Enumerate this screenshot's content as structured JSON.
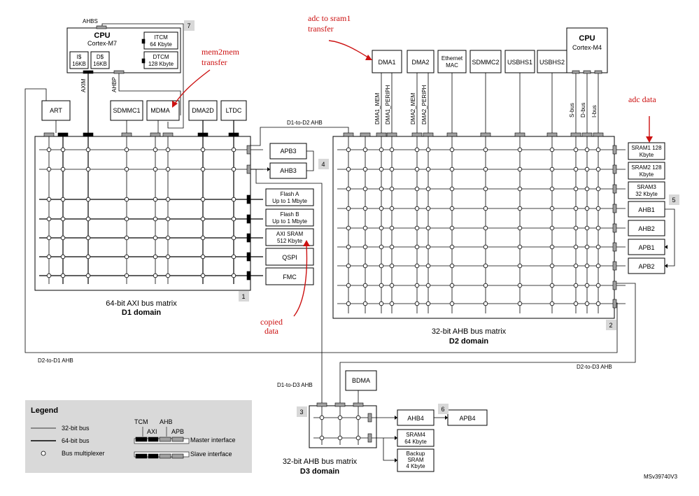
{
  "cpu_m7": {
    "title": "CPU",
    "subtitle": "Cortex-M7",
    "icache": "I$",
    "icache_size": "16KB",
    "dcache": "D$",
    "dcache_size": "16KB",
    "ahbs": "AHBS",
    "axim": "AXIM",
    "ahbp": "AHBP",
    "itcm_1": "ITCM",
    "itcm_2": "64 Kbyte",
    "dtcm_1": "DTCM",
    "dtcm_2": "128 Kbyte",
    "number": "7"
  },
  "cpu_m4": {
    "title": "CPU",
    "subtitle": "Cortex-M4",
    "sbus": "S-bus",
    "dbus": "D-bus",
    "ibus": "I-bus"
  },
  "d1": {
    "masters": [
      "ART",
      "SDMMC1",
      "MDMA",
      "DMA2D",
      "LTDC"
    ],
    "apb3": "APB3",
    "ahb3": "AHB3",
    "flash_a_1": "Flash A",
    "flash_a_2": "Up to 1 Mbyte",
    "flash_b_1": "Flash B",
    "flash_b_2": "Up to 1 Mbyte",
    "axi_sram_1": "AXI SRAM",
    "axi_sram_2": "512 Kbyte",
    "qspi": "QSPI",
    "fmc": "FMC",
    "matrix_label": "64-bit AXI bus matrix",
    "domain": "D1 domain",
    "number": "1",
    "bridge_number": "4"
  },
  "d2": {
    "masters": [
      "DMA1",
      "DMA2",
      "Ethernet",
      "MAC",
      "SDMMC2",
      "USBHS1",
      "USBHS2"
    ],
    "dma_ports": [
      "DMA1_MEM",
      "DMA1_PERIPH",
      "DMA2_MEM",
      "DMA2_PERIPH"
    ],
    "sram1_1": "SRAM1 128",
    "sram1_2": "Kbyte",
    "sram2_1": "SRAM2 128",
    "sram2_2": "Kbyte",
    "sram3_1": "SRAM3",
    "sram3_2": "32 Kbyte",
    "ahb1": "AHB1",
    "ahb2": "AHB2",
    "apb1": "APB1",
    "apb2": "APB2",
    "matrix_label": "32-bit AHB bus matrix",
    "domain": "D2 domain",
    "number": "2",
    "bridge_number": "5"
  },
  "d3": {
    "bdma": "BDMA",
    "ahb4": "AHB4",
    "apb4": "APB4",
    "sram4_1": "SRAM4",
    "sram4_2": "64 Kbyte",
    "backup_1": "Backup",
    "backup_2": "SRAM",
    "backup_3": "4 Kbyte",
    "matrix_label": "32-bit AHB bus matrix",
    "domain": "D3 domain",
    "number": "3",
    "bridge_number": "6"
  },
  "links": {
    "d1_to_d2": "D1-to-D2 AHB",
    "d2_to_d1": "D2-to-D1 AHB",
    "d1_to_d3": "D1-to-D3 AHB",
    "d2_to_d3": "D2-to-D3 AHB"
  },
  "annotations": {
    "adc_sram1_1": "adc  to  sram1",
    "adc_sram1_2": "transfer",
    "mem2mem_1": "mem2mem",
    "mem2mem_2": "transfer",
    "adc_data": "adc  data",
    "copied_1": "copied",
    "copied_2": "data",
    "annotation_color": "#cc1111"
  },
  "legend": {
    "title": "Legend",
    "bus32": "32-bit bus",
    "bus64": "64-bit bus",
    "mux": "Bus multiplexer",
    "tcm": "TCM",
    "ahb": "AHB",
    "axi": "AXI",
    "apb": "APB",
    "master": "Master interface",
    "slave": "Slave interface"
  },
  "ref": "MSv39740V3"
}
